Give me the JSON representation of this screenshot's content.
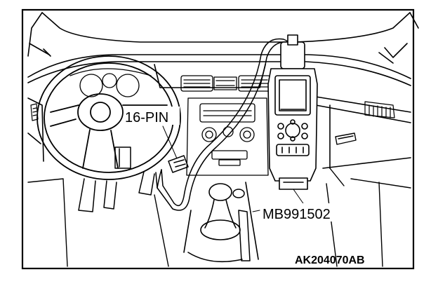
{
  "labels": {
    "connector": "16-PIN",
    "tool": "MB991502",
    "figure_id": "AK204070AB"
  }
}
